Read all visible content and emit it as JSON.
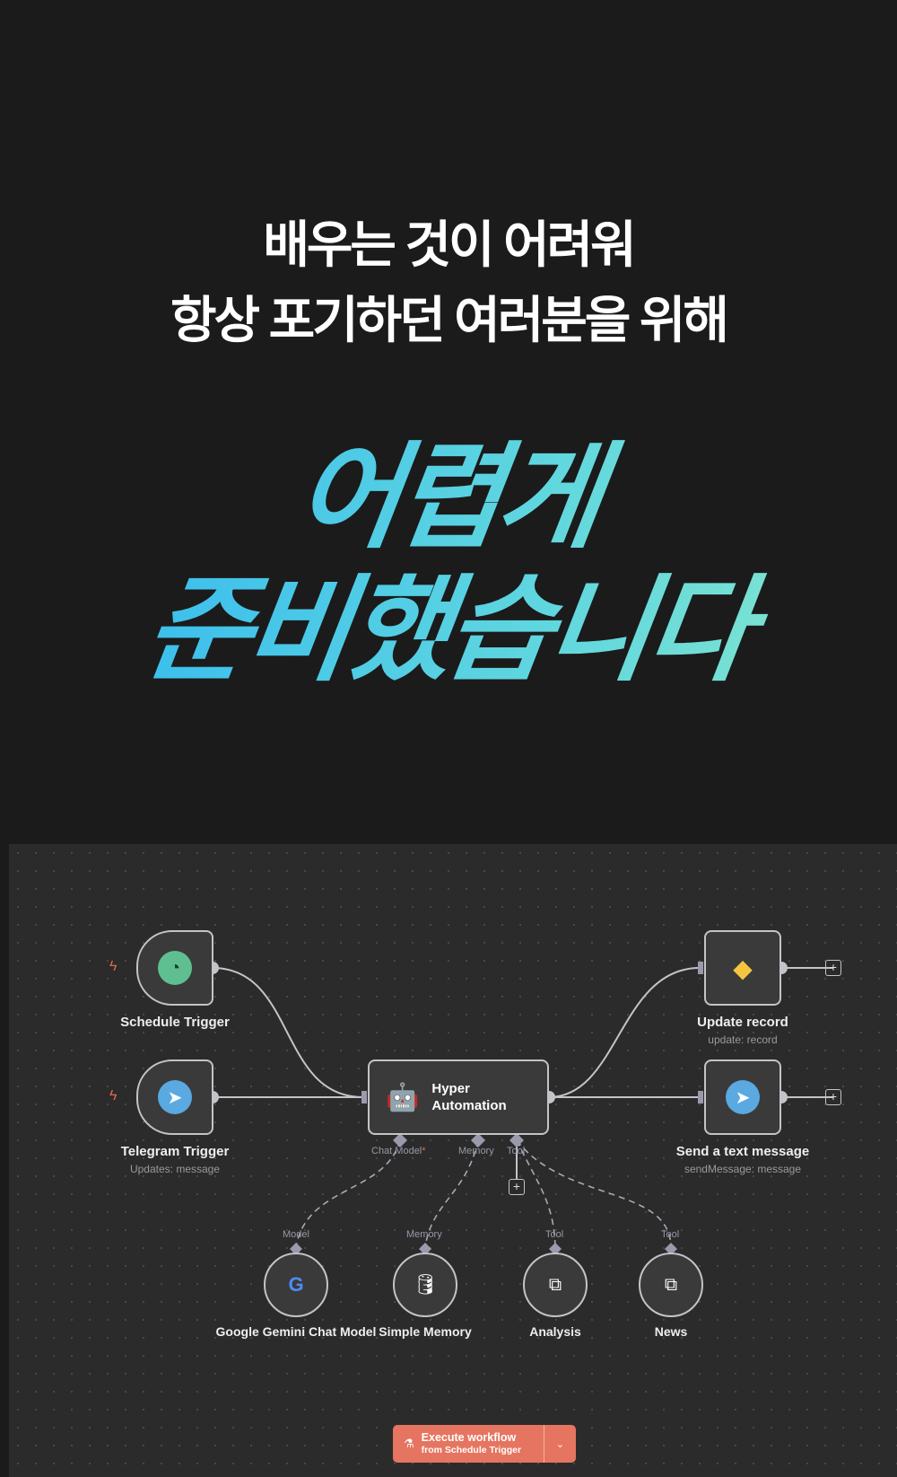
{
  "headline": {
    "line1": "배우는 것이 어려워",
    "line2": "항상 포기하던 여러분을 위해",
    "big1": "어렵게",
    "big2": "준비했습니다"
  },
  "nodes": {
    "schedule": {
      "label": "Schedule Trigger"
    },
    "telegram": {
      "label": "Telegram Trigger",
      "sub": "Updates: message"
    },
    "agent": {
      "label1": "Hyper",
      "label2": "Automation",
      "ports": {
        "chat": "Chat Model",
        "req": "*",
        "memory": "Memory",
        "tool": "Tool"
      }
    },
    "update": {
      "label": "Update record",
      "sub": "update: record"
    },
    "send": {
      "label": "Send a text message",
      "sub": "sendMessage: message"
    },
    "gemini": {
      "label": "Google Gemini Chat Model",
      "port": "Model"
    },
    "memory": {
      "label": "Simple Memory",
      "port": "Memory"
    },
    "analysis": {
      "label": "Analysis",
      "port": "Tool"
    },
    "news": {
      "label": "News",
      "port": "Tool"
    }
  },
  "execute": {
    "title": "Execute workflow",
    "sub": "from Schedule Trigger"
  },
  "colors": {
    "accent": "#e57560",
    "schedule": "#5fbf91",
    "telegram": "#5aa9e0"
  }
}
